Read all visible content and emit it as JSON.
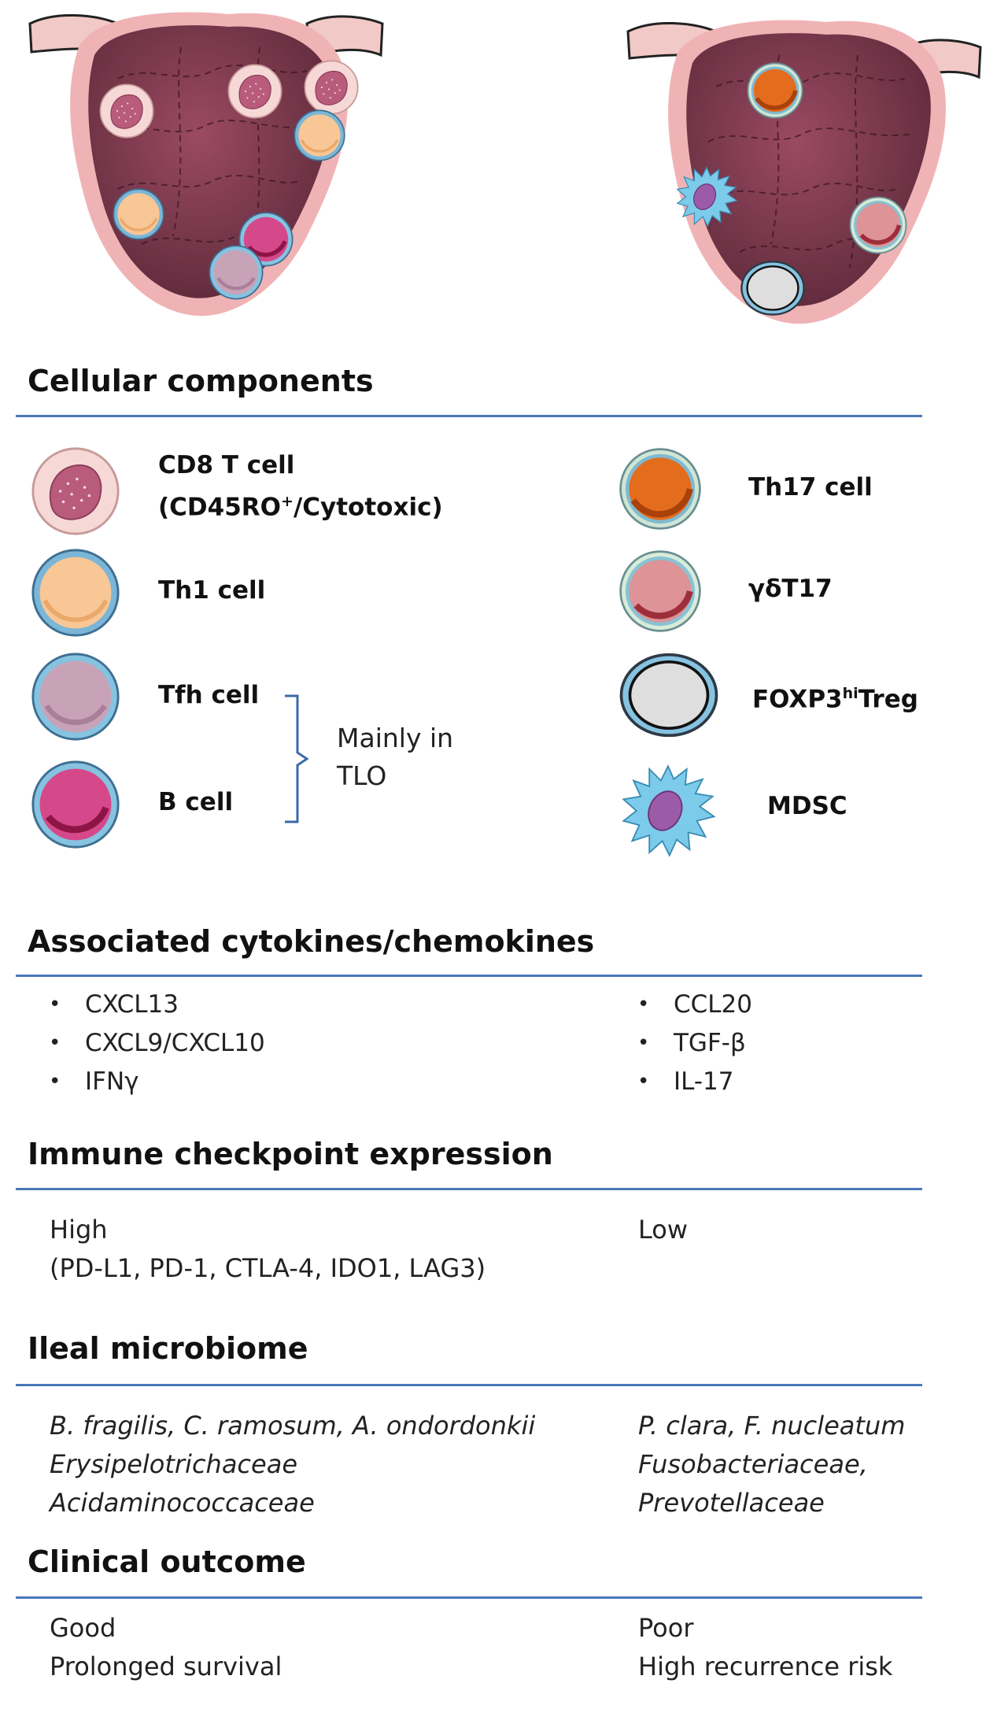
{
  "sections": {
    "cellular": {
      "title": "Cellular components",
      "left_cells": [
        {
          "name": "CD8 T cell",
          "name_line2": "(CD45RO",
          "sup": "+",
          "name_line2_end": "/Cytotoxic)",
          "icon": "cd8-t-cell-icon"
        },
        {
          "name": "Th1 cell",
          "icon": "th1-cell-icon"
        },
        {
          "name": "Tfh cell",
          "icon": "tfh-cell-icon"
        },
        {
          "name": "B cell",
          "icon": "b-cell-icon"
        }
      ],
      "tlo_note_line1": "Mainly in",
      "tlo_note_line2": "TLO",
      "right_cells": [
        {
          "name": "Th17 cell",
          "icon": "th17-cell-icon"
        },
        {
          "name": "γδT17",
          "icon": "gd-t17-cell-icon"
        },
        {
          "name_prefix": "FOXP3",
          "sup": "hi",
          "name_suffix": "Treg",
          "icon": "treg-cell-icon"
        },
        {
          "name": "MDSC",
          "icon": "mdsc-cell-icon"
        }
      ]
    },
    "cytokines": {
      "title": "Associated cytokines/chemokines",
      "left": [
        "CXCL13",
        "CXCL9/CXCL10",
        "IFNγ"
      ],
      "right": [
        "CCL20",
        "TGF-β",
        "IL-17"
      ]
    },
    "checkpoint": {
      "title": "Immune checkpoint expression",
      "left_line1": "High",
      "left_line2": "(PD-L1, PD-1, CTLA-4, IDO1, LAG3)",
      "right_line1": "Low"
    },
    "microbiome": {
      "title": "Ileal microbiome",
      "left": [
        "B. fragilis, C. ramosum, A. ondordonkii",
        "Erysipelotrichaceae",
        "Acidaminococcaceae"
      ],
      "right": [
        "P. clara, F. nucleatum",
        "Fusobacteriaceae,",
        "Prevotellaceae"
      ]
    },
    "outcome": {
      "title": "Clinical outcome",
      "left": [
        "Good",
        "Prolonged survival"
      ],
      "right": [
        "Poor",
        "High recurrence risk"
      ]
    }
  },
  "colors": {
    "rule": "#4a78b8",
    "tumor": "#7a3a4e",
    "cd8": "#b85a7a",
    "th1": "#f7c08f",
    "tfh": "#c7a0b4",
    "bcell": "#cc3b78",
    "th17": "#e06b1c",
    "gdt17": "#d98a8e",
    "treg": "#dddddd",
    "mdsc": "#74c4e6"
  }
}
